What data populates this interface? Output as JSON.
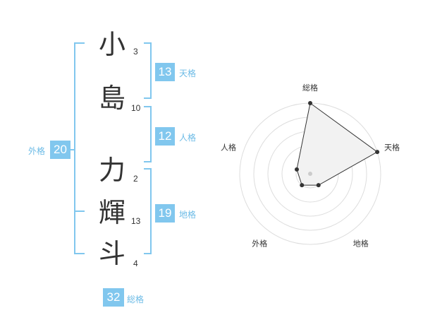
{
  "name": {
    "characters": [
      "小",
      "島",
      "力",
      "輝",
      "斗"
    ],
    "strokes": [
      "3",
      "10",
      "2",
      "13",
      "4"
    ]
  },
  "fortune": {
    "tenkaku": {
      "label": "天格",
      "value": "13"
    },
    "jinkaku": {
      "label": "人格",
      "value": "12"
    },
    "chikaku": {
      "label": "地格",
      "value": "19"
    },
    "gaikaku": {
      "label": "外格",
      "value": "20"
    },
    "soukaku": {
      "label": "総格",
      "value": "32"
    }
  },
  "colors": {
    "accent": "#81c7ee",
    "label": "#6cbbe6",
    "text": "#333333"
  },
  "chart_data": {
    "type": "radar",
    "axes": [
      "総格",
      "天格",
      "地格",
      "外格",
      "人格"
    ],
    "values": [
      5,
      5,
      1,
      1,
      1
    ],
    "rlim": [
      0,
      5
    ],
    "rings": 5
  }
}
